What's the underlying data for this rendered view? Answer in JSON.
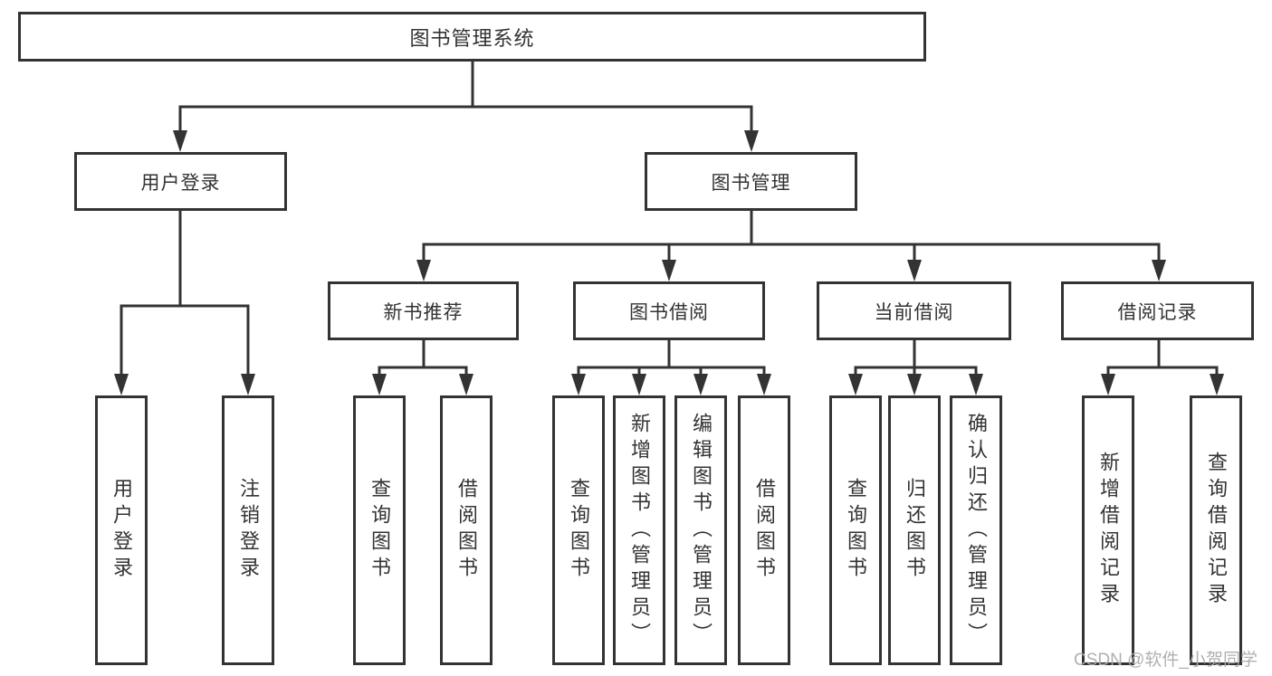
{
  "tree": {
    "root": {
      "label": "图书管理系统"
    },
    "branches": [
      {
        "label": "用户登录",
        "children": [
          {
            "label": "用户登录"
          },
          {
            "label": "注销登录"
          }
        ]
      },
      {
        "label": "图书管理",
        "groups": [
          {
            "label": "新书推荐",
            "children": [
              {
                "label": "查询图书"
              },
              {
                "label": "借阅图书"
              }
            ]
          },
          {
            "label": "图书借阅",
            "children": [
              {
                "label": "查询图书"
              },
              {
                "label": "新增图书（管理员）"
              },
              {
                "label": "编辑图书（管理员）"
              },
              {
                "label": "借阅图书"
              }
            ]
          },
          {
            "label": "当前借阅",
            "children": [
              {
                "label": "查询图书"
              },
              {
                "label": "归还图书"
              },
              {
                "label": "确认归还（管理员）"
              }
            ]
          },
          {
            "label": "借阅记录",
            "children": [
              {
                "label": "新增借阅记录"
              },
              {
                "label": "查询借阅记录"
              }
            ]
          }
        ]
      }
    ]
  },
  "watermark": "CSDN @软件_小贺同学",
  "colors": {
    "line": "#333333",
    "text": "#333333",
    "watermark_gray": "#acacac",
    "background": "#ffffff"
  }
}
